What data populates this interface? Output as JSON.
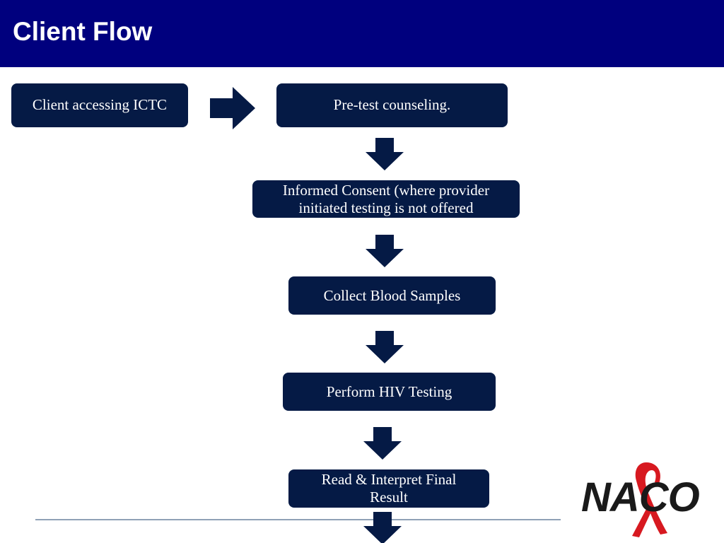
{
  "header": {
    "title": "Client Flow"
  },
  "flow": {
    "steps": [
      {
        "label": "Client accessing ICTC"
      },
      {
        "label": "Pre-test counseling."
      },
      {
        "label_lines": [
          "Informed Consent (where provider",
          "initiated testing is not offered"
        ]
      },
      {
        "label": "Collect Blood Samples"
      },
      {
        "label": "Perform HIV Testing"
      },
      {
        "label_lines": [
          "Read & Interpret Final",
          "Result"
        ]
      }
    ]
  },
  "logo": {
    "text": "NACO"
  },
  "colors": {
    "header_bg": "#00007e",
    "box_bg": "#051a45",
    "ribbon": "#d71920"
  },
  "icons": {
    "arrow_right": "arrow-right-icon",
    "arrow_down": "arrow-down-icon",
    "ribbon": "red-ribbon-icon"
  }
}
